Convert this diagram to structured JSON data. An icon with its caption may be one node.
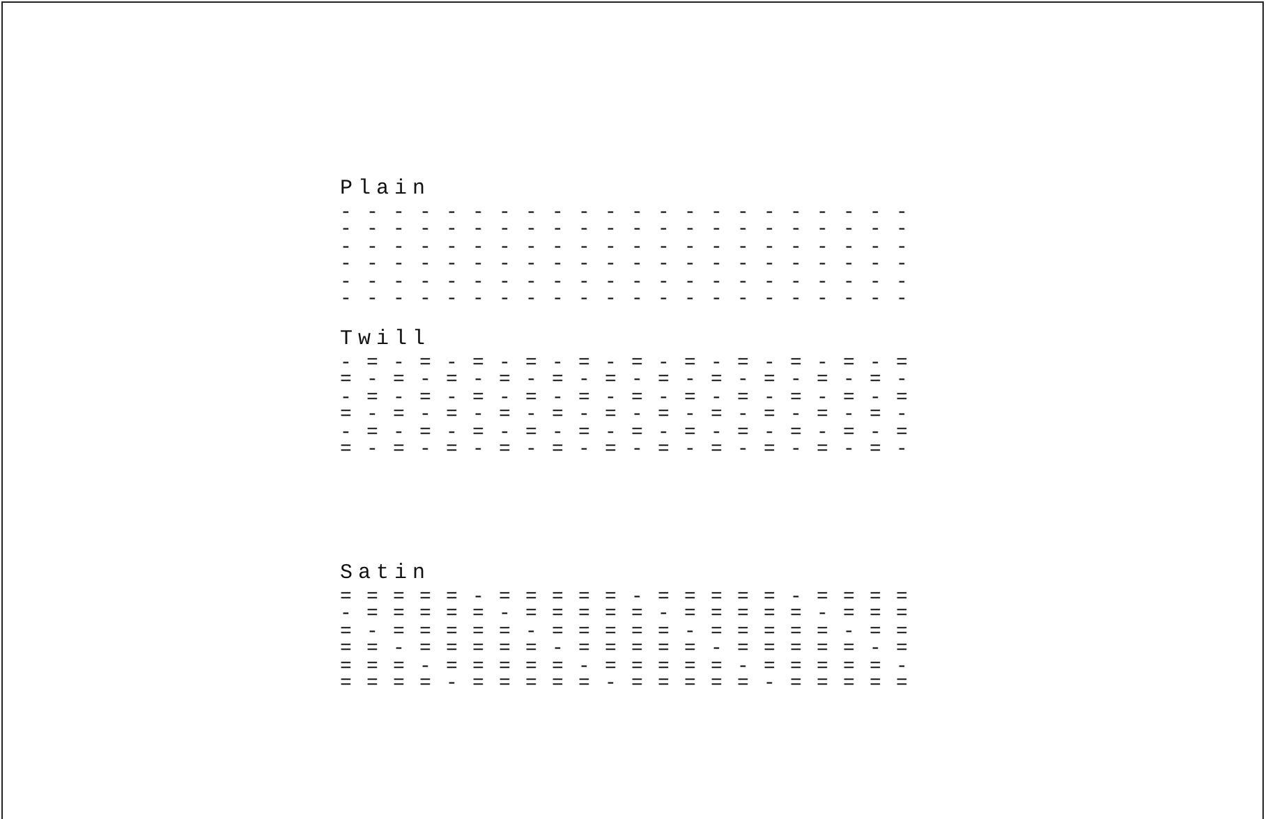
{
  "diagram": {
    "labels": [
      "Plain",
      "----------------------",
      "----------------------",
      "----------------------",
      "----------------------",
      "----------------------",
      "----------------------",
      "Twill",
      "-=-=-=-=-=-=-=-=-=-=-=",
      "=-=-=-=-=-=-=-=-=-=-=-",
      "-=-=-=-=-=-=-=-=-=-=-=",
      "=-=-=-=-=-=-=-=-=-=-=-",
      "-=-=-=-=-=-=-=-=-=-=-=",
      "=-=-=-=-=-=-=-=-=-=-=-",
      "Satin",
      "=====-=====-=====-====",
      "-=====-=====-=====-===",
      "=-=====-=====-=====-==",
      "==-=====-=====-=====-=",
      "===-=====-=====-=====-",
      "====-=====-=====-====="
    ]
  }
}
